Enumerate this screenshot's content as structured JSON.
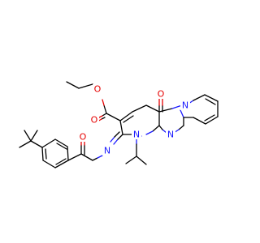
{
  "colors": {
    "background": "#ffffff",
    "carbon_bond": "#000000",
    "oxygen": "#e60000",
    "nitrogen": "#1a1aff"
  },
  "atoms": {
    "o_ester_single": "O",
    "o_ester_carbonyl": "O",
    "o_ring_carbonyl": "O",
    "o_amide": "O",
    "n_imine": "N",
    "n_ring_isopropyl": "N",
    "n_ring_bridge": "N",
    "n_ring_fused": "N"
  }
}
